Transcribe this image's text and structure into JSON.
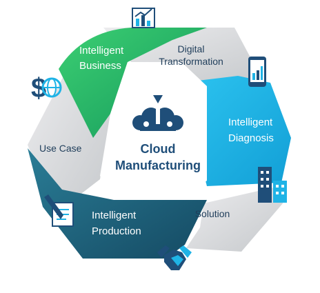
{
  "diagram": {
    "center": {
      "line1": "Cloud",
      "line2": "Manufacturing",
      "icon": "cloud-manufacturing-logo-icon"
    },
    "segments": [
      {
        "id": "intelligent-business",
        "line1": "Intelligent",
        "line2": "Business",
        "color": "#22b35f"
      },
      {
        "id": "digital-transformation",
        "line1": "Digital",
        "line2": "Transformation",
        "color": "#d4d6d8"
      },
      {
        "id": "intelligent-diagnosis",
        "line1": "Intelligent",
        "line2": "Diagnosis",
        "color": "#1fb3e6"
      },
      {
        "id": "solution",
        "line1": "Solution",
        "line2": "",
        "color": "#d4d6d8"
      },
      {
        "id": "intelligent-production",
        "line1": "Intelligent",
        "line2": "Production",
        "color": "#1c5f77"
      },
      {
        "id": "use-case",
        "line1": "Use Case",
        "line2": "",
        "color": "#d4d6d8"
      }
    ],
    "icons": [
      "bar-chart-icon",
      "tablet-chart-icon",
      "city-buildings-icon",
      "handshake-icon",
      "pen-document-icon",
      "dollar-globe-icon"
    ]
  }
}
